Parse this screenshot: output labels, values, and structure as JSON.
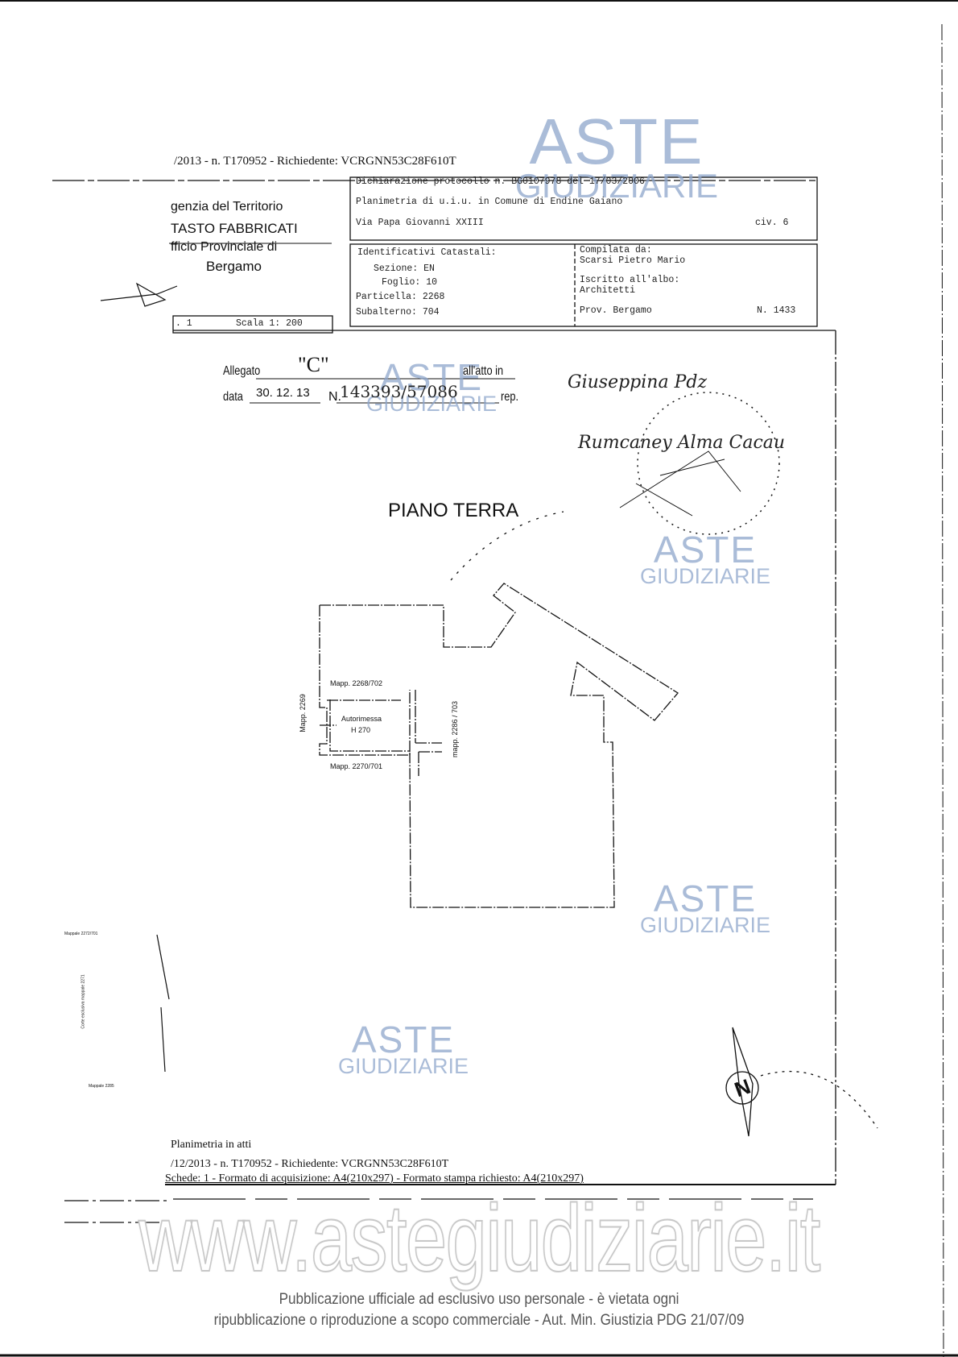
{
  "header": {
    "request_line": "/2013 - n. T170952 - Richiedente: VCRGNN53C28F610T",
    "agency": [
      "genzia del Territorio",
      "TASTO FABBRICATI",
      "fficio Provinciale di",
      "Bergamo"
    ],
    "declaration": "Dichiarazione protocollo n. BG0107978 del 17/03/2006",
    "planimetry": "Planimetria di u.i.u. in Comune di Endine Gaiano",
    "address": "Via Papa Giovanni XXIII",
    "civic": "civ. 6",
    "identifiers_title": "Identificativi Catastali:",
    "sezione": "Sezione: EN",
    "foglio": "Foglio: 10",
    "particella": "Particella: 2268",
    "subalterno": "Subalterno: 704",
    "compiled_by_label": "Compilata da:",
    "compiled_by": "Scarsi Pietro Mario",
    "register_label": "Iscritto all'albo:",
    "register": "Architetti",
    "province": "Prov. Bergamo",
    "number": "N. 1433",
    "sheet": ". 1",
    "scale": "Scala 1: 200"
  },
  "annex": {
    "allegato_label": "Allegato",
    "allegato_value": "\"C\"",
    "atto_label": "all'atto in",
    "data_label": "data",
    "date": "30. 12. 13",
    "n_label": "N.",
    "number": "143393/57086",
    "rep_label": "rep.",
    "signature_1": "Giuseppina Pdz",
    "signature_2": "Rumcaney Alma Cacau"
  },
  "plan": {
    "title": "PIANO TERRA",
    "label_north": "Mapp. 2268/702",
    "label_room": "Autorimessa",
    "label_height": "H 270",
    "label_south": "Mapp. 2270/701",
    "label_west": "Mapp. 2269",
    "label_east": "mapp. 2286 / 703",
    "fragment_1": "Mappale 2272/701",
    "fragment_2": "Corte esclusiva mappale 2271",
    "fragment_3": "Mappale 2285",
    "compass_letter": "N"
  },
  "footer": {
    "line1": "Planimetria in atti",
    "line2": "/12/2013 - n. T170952 - Richiedente: VCRGNN53C28F610T",
    "line3": "Schede: 1 - Formato di acquisizione: A4(210x297) - Formato stampa richiesto: A4(210x297)",
    "site": "www.astegiudiziarie.it",
    "notice_1": "Pubblicazione ufficiale ad esclusivo uso personale - è vietata ogni",
    "notice_2": "ripubblicazione o riproduzione a scopo commerciale - Aut. Min. Giustizia PDG 21/07/09"
  },
  "watermark": {
    "top": "ASTE",
    "bottom": "GIUDIZIARIE",
    "color": "#8ea6cc",
    "gavel_color": "#e8c9a0"
  }
}
